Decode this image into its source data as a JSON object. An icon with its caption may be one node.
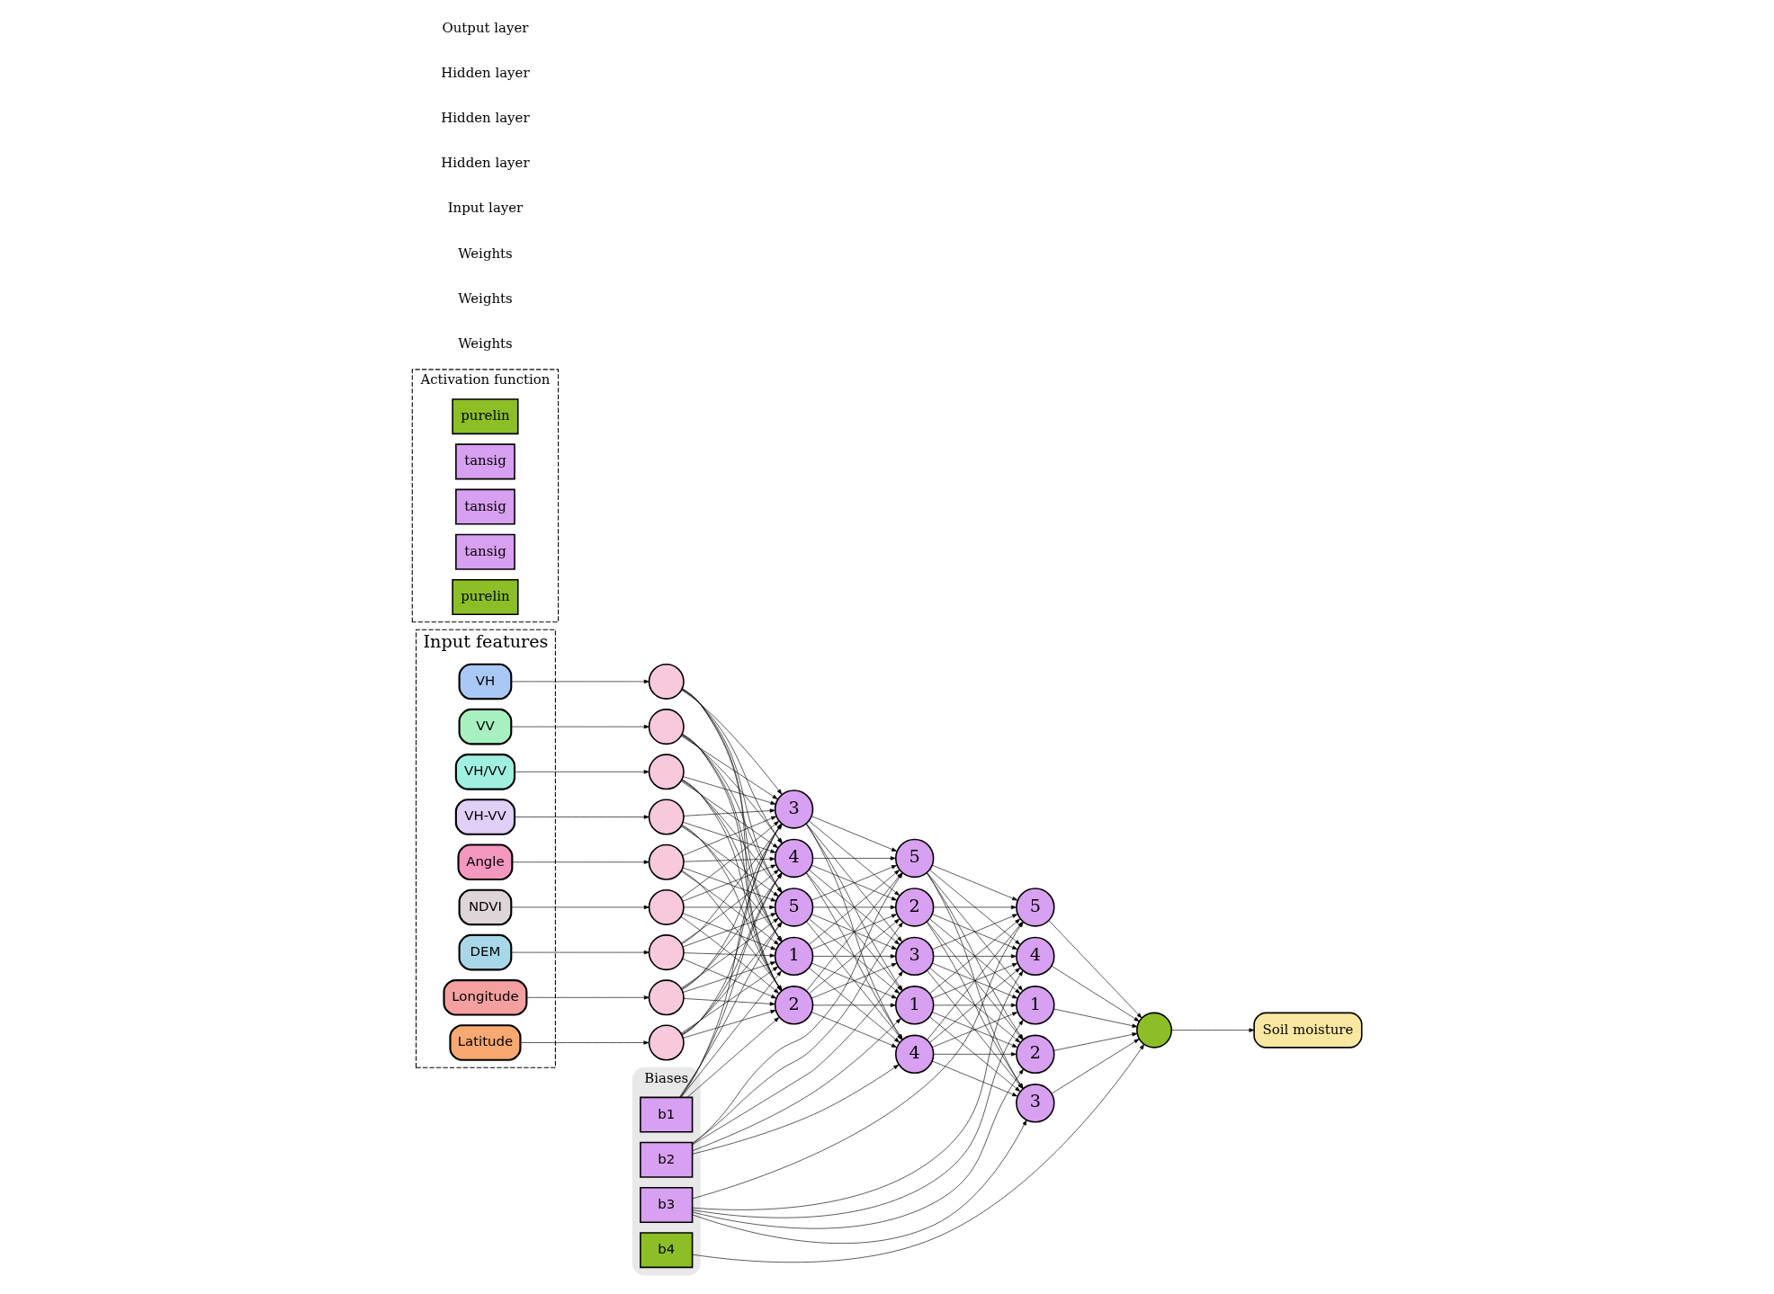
{
  "diagram": {
    "nodes": [
      {
        "text": [
          "Biases"
        ]
      },
      {
        "text": [
          "b1"
        ],
        "in": 0
      },
      {
        "text": [
          "b2"
        ],
        "in": 0
      },
      {
        "text": [
          "b3"
        ],
        "in": 0
      },
      {
        "text": [
          "b4"
        ],
        "in": 0
      },
      {
        "text": [
          "Input features"
        ]
      },
      {
        "text": [
          "VH"
        ],
        "in": 5
      },
      {
        "text": [
          "VV"
        ],
        "in": 5
      },
      {
        "text": [
          "VH/VV"
        ],
        "in": 5
      },
      {
        "text": [
          "VH-VV"
        ],
        "in": 5
      },
      {
        "text": [
          "Angle"
        ],
        "in": 5
      },
      {
        "text": [
          "NDVI"
        ],
        "in": 5
      },
      {
        "text": [
          "DEM"
        ],
        "in": 5
      },
      {
        "text": [
          "Longitude"
        ],
        "in": 5
      },
      {
        "text": [
          "Latitude"
        ],
        "in": 5
      },
      {
        "text": [],
        "shape": "circle"
      },
      {
        "text": [],
        "shape": "circle"
      },
      {
        "text": [],
        "shape": "circle"
      },
      {
        "text": [],
        "shape": "circle"
      },
      {
        "text": [],
        "shape": "circle"
      },
      {
        "text": [],
        "shape": "circle"
      },
      {
        "text": [],
        "shape": "circle"
      },
      {
        "text": [],
        "shape": "circle"
      },
      {
        "text": [],
        "shape": "circle"
      },
      {
        "text": [
          "1"
        ]
      },
      {
        "text": [
          "2"
        ]
      },
      {
        "text": [
          "3"
        ]
      },
      {
        "text": [
          "4"
        ]
      },
      {
        "text": [
          "5"
        ]
      },
      {
        "text": [
          "1"
        ]
      },
      {
        "text": [
          "2"
        ]
      },
      {
        "text": [
          "3"
        ]
      },
      {
        "text": [
          "4"
        ]
      },
      {
        "text": [
          "5"
        ]
      },
      {
        "text": [
          "1"
        ]
      },
      {
        "text": [
          "2"
        ]
      },
      {
        "text": [
          "3"
        ]
      },
      {
        "text": [
          "4"
        ]
      },
      {
        "text": [
          "5"
        ]
      },
      {
        "text": [],
        "shape": "circle"
      },
      {
        "text": [
          "Soil moisture"
        ]
      },
      {
        "text": [
          "Activation function"
        ]
      },
      {
        "text": [
          "purelin"
        ],
        "in": 41
      },
      {
        "text": [
          "tansig"
        ],
        "in": 41
      },
      {
        "text": [
          "tansig"
        ],
        "in": 41
      },
      {
        "text": [
          "tansig"
        ],
        "in": 41
      },
      {
        "text": [
          "purelin"
        ],
        "in": 41
      }
    ],
    "edges": [
      {
        "from": 6,
        "to": 15,
        "arrow": "to"
      },
      {
        "from": 7,
        "to": 16,
        "arrow": "to"
      },
      {
        "from": 8,
        "to": 17,
        "arrow": "to"
      },
      {
        "from": 9,
        "to": 18,
        "arrow": "to"
      },
      {
        "from": 10,
        "to": 19,
        "arrow": "to"
      },
      {
        "from": 11,
        "to": 20,
        "arrow": "to"
      },
      {
        "from": 12,
        "to": 21,
        "arrow": "to"
      },
      {
        "from": 13,
        "to": 22,
        "arrow": "to"
      },
      {
        "from": 14,
        "to": 23,
        "arrow": "to"
      },
      {
        "from": 15,
        "to": 24,
        "arrow": "to"
      },
      {
        "from": 15,
        "to": 25,
        "arrow": "to"
      },
      {
        "from": 15,
        "to": 26,
        "arrow": "to"
      },
      {
        "from": 15,
        "to": 27,
        "arrow": "to"
      },
      {
        "from": 15,
        "to": 28,
        "arrow": "to"
      },
      {
        "from": 16,
        "to": 24,
        "arrow": "to"
      },
      {
        "from": 16,
        "to": 25,
        "arrow": "to"
      },
      {
        "from": 16,
        "to": 26,
        "arrow": "to"
      },
      {
        "from": 16,
        "to": 27,
        "arrow": "to"
      },
      {
        "from": 16,
        "to": 28,
        "arrow": "to"
      },
      {
        "from": 17,
        "to": 24,
        "arrow": "to"
      },
      {
        "from": 17,
        "to": 25,
        "arrow": "to"
      },
      {
        "from": 17,
        "to": 26,
        "arrow": "to"
      },
      {
        "from": 17,
        "to": 27,
        "arrow": "to"
      },
      {
        "from": 17,
        "to": 28,
        "arrow": "to"
      },
      {
        "from": 18,
        "to": 24,
        "arrow": "to"
      },
      {
        "from": 18,
        "to": 25,
        "arrow": "to"
      },
      {
        "from": 18,
        "to": 26,
        "arrow": "to"
      },
      {
        "from": 18,
        "to": 27,
        "arrow": "to"
      },
      {
        "from": 18,
        "to": 28,
        "arrow": "to"
      },
      {
        "from": 19,
        "to": 24,
        "arrow": "to"
      },
      {
        "from": 19,
        "to": 25,
        "arrow": "to"
      },
      {
        "from": 19,
        "to": 26,
        "arrow": "to"
      },
      {
        "from": 19,
        "to": 27,
        "arrow": "to"
      },
      {
        "from": 19,
        "to": 28,
        "arrow": "to"
      },
      {
        "from": 20,
        "to": 24,
        "arrow": "to"
      },
      {
        "from": 20,
        "to": 25,
        "arrow": "to"
      },
      {
        "from": 20,
        "to": 26,
        "arrow": "to"
      },
      {
        "from": 20,
        "to": 27,
        "arrow": "to"
      },
      {
        "from": 20,
        "to": 28,
        "arrow": "to"
      },
      {
        "from": 21,
        "to": 24,
        "arrow": "to"
      },
      {
        "from": 21,
        "to": 25,
        "arrow": "to"
      },
      {
        "from": 21,
        "to": 26,
        "arrow": "to"
      },
      {
        "from": 21,
        "to": 27,
        "arrow": "to"
      },
      {
        "from": 21,
        "to": 28,
        "arrow": "to"
      },
      {
        "from": 22,
        "to": 24,
        "arrow": "to"
      },
      {
        "from": 22,
        "to": 25,
        "arrow": "to"
      },
      {
        "from": 22,
        "to": 26,
        "arrow": "to"
      },
      {
        "from": 22,
        "to": 27,
        "arrow": "to"
      },
      {
        "from": 22,
        "to": 28,
        "arrow": "to"
      },
      {
        "from": 23,
        "to": 24,
        "arrow": "to"
      },
      {
        "from": 23,
        "to": 25,
        "arrow": "to"
      },
      {
        "from": 23,
        "to": 26,
        "arrow": "to"
      },
      {
        "from": 23,
        "to": 27,
        "arrow": "to"
      },
      {
        "from": 23,
        "to": 28,
        "arrow": "to"
      },
      {
        "from": 1,
        "to": 24,
        "arrow": "to"
      },
      {
        "from": 1,
        "to": 25,
        "arrow": "to"
      },
      {
        "from": 1,
        "to": 26,
        "arrow": "to"
      },
      {
        "from": 1,
        "to": 27,
        "arrow": "to"
      },
      {
        "from": 1,
        "to": 28,
        "arrow": "to"
      },
      {
        "from": 24,
        "to": 29,
        "arrow": "to"
      },
      {
        "from": 24,
        "to": 30,
        "arrow": "to"
      },
      {
        "from": 24,
        "to": 31,
        "arrow": "to"
      },
      {
        "from": 24,
        "to": 32,
        "arrow": "to"
      },
      {
        "from": 24,
        "to": 33,
        "arrow": "to"
      },
      {
        "from": 25,
        "to": 29,
        "arrow": "to"
      },
      {
        "from": 25,
        "to": 30,
        "arrow": "to"
      },
      {
        "from": 25,
        "to": 31,
        "arrow": "to"
      },
      {
        "from": 25,
        "to": 32,
        "arrow": "to"
      },
      {
        "from": 25,
        "to": 33,
        "arrow": "to"
      },
      {
        "from": 26,
        "to": 29,
        "arrow": "to"
      },
      {
        "from": 26,
        "to": 30,
        "arrow": "to"
      },
      {
        "from": 26,
        "to": 31,
        "arrow": "to"
      },
      {
        "from": 26,
        "to": 32,
        "arrow": "to"
      },
      {
        "from": 26,
        "to": 33,
        "arrow": "to"
      },
      {
        "from": 27,
        "to": 29,
        "arrow": "to"
      },
      {
        "from": 27,
        "to": 30,
        "arrow": "to"
      },
      {
        "from": 27,
        "to": 31,
        "arrow": "to"
      },
      {
        "from": 27,
        "to": 32,
        "arrow": "to"
      },
      {
        "from": 27,
        "to": 33,
        "arrow": "to"
      },
      {
        "from": 28,
        "to": 29,
        "arrow": "to"
      },
      {
        "from": 28,
        "to": 30,
        "arrow": "to"
      },
      {
        "from": 28,
        "to": 31,
        "arrow": "to"
      },
      {
        "from": 28,
        "to": 32,
        "arrow": "to"
      },
      {
        "from": 28,
        "to": 33,
        "arrow": "to"
      },
      {
        "from": 2,
        "to": 29,
        "arrow": "to"
      },
      {
        "from": 2,
        "to": 30,
        "arrow": "to"
      },
      {
        "from": 2,
        "to": 31,
        "arrow": "to"
      },
      {
        "from": 2,
        "to": 32,
        "arrow": "to"
      },
      {
        "from": 2,
        "to": 33,
        "arrow": "to"
      },
      {
        "from": 29,
        "to": 34,
        "arrow": "to"
      },
      {
        "from": 29,
        "to": 35,
        "arrow": "to"
      },
      {
        "from": 29,
        "to": 36,
        "arrow": "to"
      },
      {
        "from": 29,
        "to": 37,
        "arrow": "to"
      },
      {
        "from": 29,
        "to": 38,
        "arrow": "to"
      },
      {
        "from": 30,
        "to": 34,
        "arrow": "to"
      },
      {
        "from": 30,
        "to": 35,
        "arrow": "to"
      },
      {
        "from": 30,
        "to": 36,
        "arrow": "to"
      },
      {
        "from": 30,
        "to": 37,
        "arrow": "to"
      },
      {
        "from": 30,
        "to": 38,
        "arrow": "to"
      },
      {
        "from": 31,
        "to": 34,
        "arrow": "to"
      },
      {
        "from": 31,
        "to": 35,
        "arrow": "to"
      },
      {
        "from": 31,
        "to": 36,
        "arrow": "to"
      },
      {
        "from": 31,
        "to": 37,
        "arrow": "to"
      },
      {
        "from": 31,
        "to": 38,
        "arrow": "to"
      },
      {
        "from": 32,
        "to": 34,
        "arrow": "to"
      },
      {
        "from": 32,
        "to": 35,
        "arrow": "to"
      },
      {
        "from": 32,
        "to": 36,
        "arrow": "to"
      },
      {
        "from": 32,
        "to": 37,
        "arrow": "to"
      },
      {
        "from": 32,
        "to": 38,
        "arrow": "to"
      },
      {
        "from": 33,
        "to": 34,
        "arrow": "to"
      },
      {
        "from": 33,
        "to": 35,
        "arrow": "to"
      },
      {
        "from": 33,
        "to": 36,
        "arrow": "to"
      },
      {
        "from": 33,
        "to": 37,
        "arrow": "to"
      },
      {
        "from": 33,
        "to": 38,
        "arrow": "to"
      },
      {
        "from": 3,
        "to": 34,
        "arrow": "to"
      },
      {
        "from": 3,
        "to": 35,
        "arrow": "to"
      },
      {
        "from": 3,
        "to": 36,
        "arrow": "to"
      },
      {
        "from": 3,
        "to": 37,
        "arrow": "to"
      },
      {
        "from": 3,
        "to": 38,
        "arrow": "to"
      },
      {
        "from": 34,
        "to": 39,
        "arrow": "to"
      },
      {
        "from": 35,
        "to": 39,
        "arrow": "to"
      },
      {
        "from": 36,
        "to": 39,
        "arrow": "to"
      },
      {
        "from": 37,
        "to": 39,
        "arrow": "to"
      },
      {
        "from": 38,
        "to": 39,
        "arrow": "to"
      },
      {
        "from": 4,
        "to": 39,
        "arrow": "to"
      },
      {
        "from": 39,
        "to": 40,
        "arrow": "to"
      }
    ],
    "labels": [
      "Weights",
      "Weights",
      "Weights",
      "Input layer",
      "Hidden layer",
      "Hidden layer",
      "Hidden layer",
      "Output layer"
    ]
  }
}
